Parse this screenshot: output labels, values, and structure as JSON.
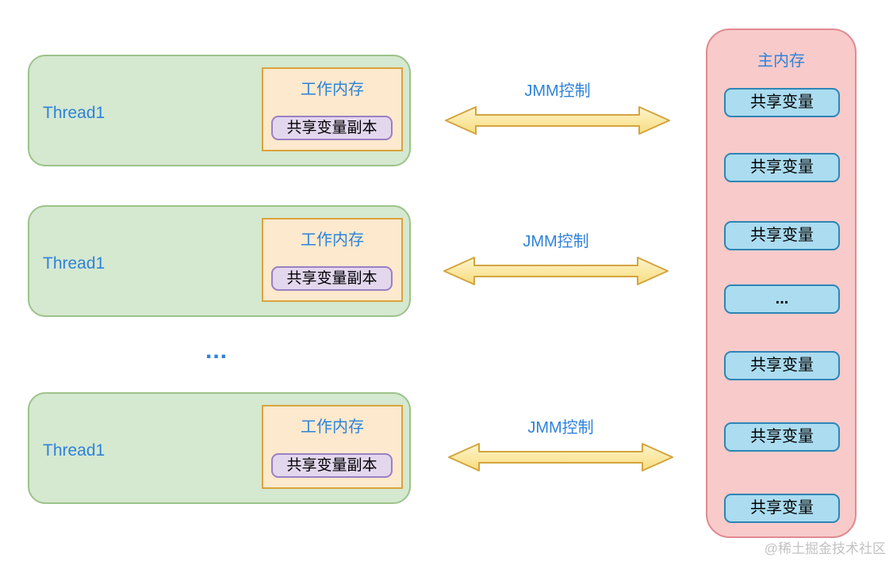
{
  "diagram": {
    "threads": [
      {
        "label": "Thread1",
        "working_memory": {
          "title": "工作内存",
          "variable_copy": "共享变量副本"
        }
      },
      {
        "label": "Thread1",
        "working_memory": {
          "title": "工作内存",
          "variable_copy": "共享变量副本"
        }
      },
      {
        "label": "Thread1",
        "working_memory": {
          "title": "工作内存",
          "variable_copy": "共享变量副本"
        }
      }
    ],
    "threads_ellipsis": "...",
    "arrows": [
      {
        "label": "JMM控制"
      },
      {
        "label": "JMM控制"
      },
      {
        "label": "JMM控制"
      }
    ],
    "main_memory": {
      "title": "主内存",
      "variables": [
        "共享变量",
        "共享变量",
        "共享变量",
        "...",
        "共享变量",
        "共享变量",
        "共享变量"
      ]
    },
    "watermark": "@稀土掘金技术社区",
    "colors": {
      "thread_fill": "#d5e8d0",
      "thread_border": "#9cc38a",
      "working_fill": "#fde9cd",
      "working_border": "#d9a43c",
      "copy_fill": "#e3d7ee",
      "copy_border": "#9b7fc3",
      "main_fill": "#f8caca",
      "main_border": "#df8a90",
      "var_fill": "#abdcf0",
      "var_border": "#2d85b5",
      "arrow_fill_top": "#fdf4cd",
      "arrow_fill_bottom": "#f8dc7d",
      "arrow_border": "#d3a43e",
      "label_blue": "#2e82d9"
    }
  }
}
